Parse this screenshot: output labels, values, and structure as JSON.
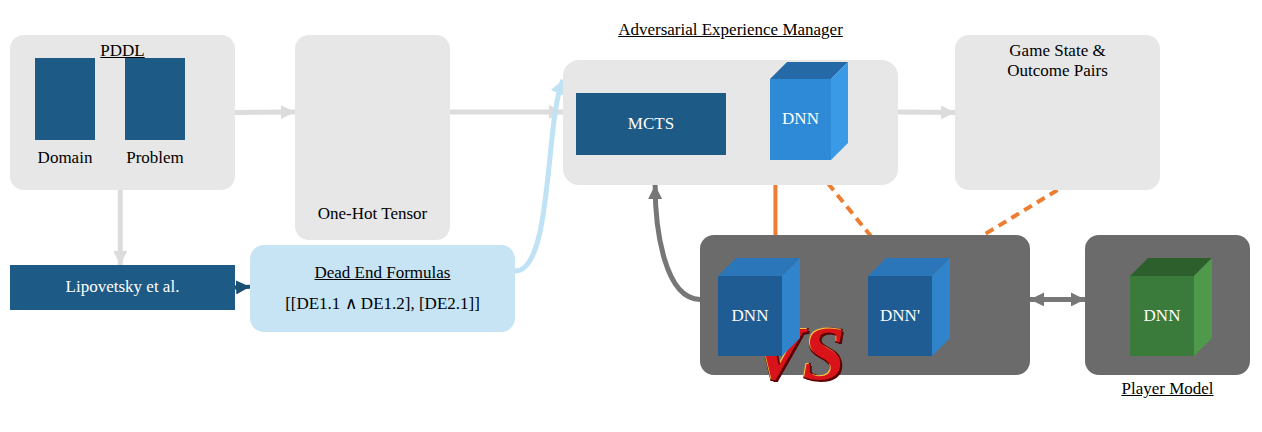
{
  "diagram": {
    "nodes": [
      {
        "text": [
          "PDDL"
        ]
      },
      {
        "text": [
          "Domain"
        ],
        "in": 0
      },
      {
        "text": [
          "Problem"
        ],
        "in": 0
      },
      {
        "text": [
          "One-Hot Tensor"
        ]
      },
      {
        "text": [
          "Lipovetsky et al."
        ]
      },
      {
        "text": [
          "Dead End Formulas",
          "[[DE1.1 ∧ DE1.2], [DE2.1]]"
        ]
      },
      {
        "text": [
          "Adversarial Experience Manager"
        ]
      },
      {
        "text": [
          "MCTS"
        ],
        "in": 6
      },
      {
        "text": [
          "DNN"
        ],
        "in": 6
      },
      {
        "text": [
          "Game State & Outcome Pairs"
        ]
      },
      {
        "text": [
          "VS"
        ]
      },
      {
        "text": [
          "DNN"
        ],
        "in": 10
      },
      {
        "text": [
          "DNN'"
        ],
        "in": 10
      },
      {
        "text": [
          "Player Model"
        ]
      },
      {
        "text": [
          "DNN"
        ],
        "in": 13
      }
    ],
    "edges": [
      {
        "from": 0,
        "to": 3,
        "arrow": "to"
      },
      {
        "from": 3,
        "to": 6,
        "arrow": "to"
      },
      {
        "from": 0,
        "to": 4,
        "arrow": "to"
      },
      {
        "from": 4,
        "to": 5,
        "arrow": "to"
      },
      {
        "from": 5,
        "to": 6,
        "arrow": "to"
      },
      {
        "from": 6,
        "to": 9,
        "arrow": "to"
      },
      {
        "from": 8,
        "to": 11,
        "arrow": "to"
      },
      {
        "from": 8,
        "to": 12,
        "arrow": "to"
      },
      {
        "from": 9,
        "to": 12,
        "arrow": "to"
      },
      {
        "from": 10,
        "to": 6,
        "arrow": "to"
      },
      {
        "from": 10,
        "to": 13,
        "arrow": "both"
      }
    ]
  }
}
